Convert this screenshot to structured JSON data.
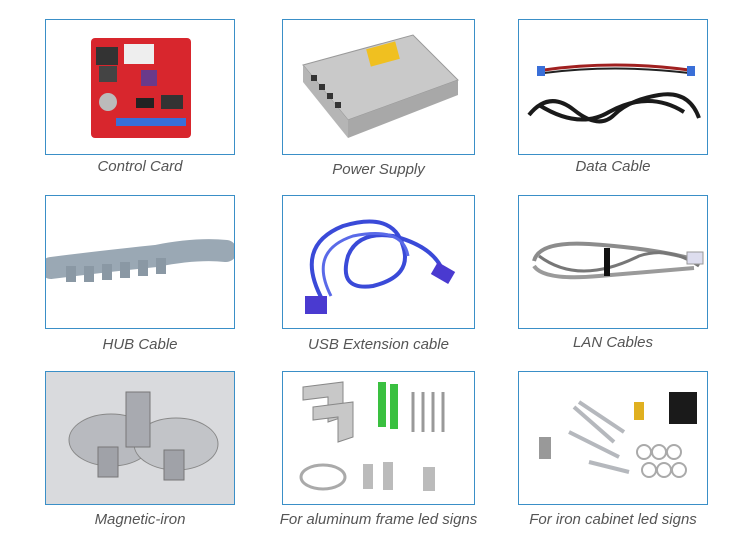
{
  "items": [
    {
      "caption": "Control Card",
      "icon": "control-card-icon"
    },
    {
      "caption": "Power Supply",
      "icon": "power-supply-icon"
    },
    {
      "caption": "Data Cable",
      "icon": "data-cable-icon"
    },
    {
      "caption": "HUB Cable",
      "icon": "hub-cable-icon"
    },
    {
      "caption": "USB Extension cable",
      "icon": "usb-cable-icon"
    },
    {
      "caption": "LAN Cables",
      "icon": "lan-cable-icon"
    },
    {
      "caption": "Magnetic-iron",
      "icon": "magnet-icon"
    },
    {
      "caption": "For aluminum frame led signs",
      "icon": "aluminum-frame-parts-icon"
    },
    {
      "caption": "For iron cabinet led signs",
      "icon": "iron-cabinet-parts-icon"
    }
  ],
  "colors": {
    "border": "#3a8fc7",
    "caption": "#555555"
  }
}
